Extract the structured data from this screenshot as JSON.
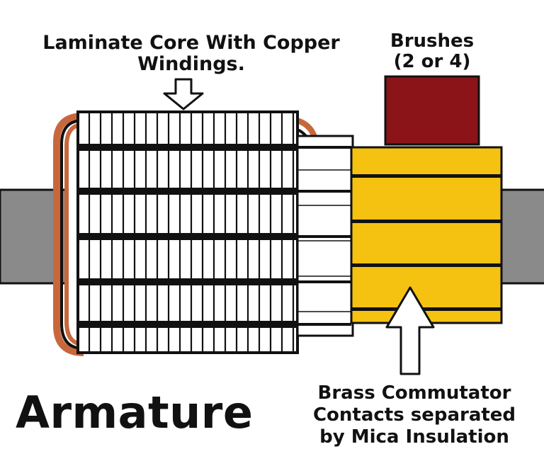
{
  "labels": {
    "core_line1": "Laminate Core With Copper",
    "core_line2": "Windings.",
    "brushes_line1": "Brushes",
    "brushes_line2": "(2 or 4)",
    "commutator_line1": "Brass Commutator",
    "commutator_line2": "Contacts separated",
    "commutator_line3": "by Mica Insulation",
    "title": "Armature"
  },
  "colors": {
    "shaft": "#8a8a8a",
    "copper": "#c9673c",
    "brush": "#8b1418",
    "brass": "#f5c211",
    "ink": "#111111",
    "white": "#ffffff"
  }
}
